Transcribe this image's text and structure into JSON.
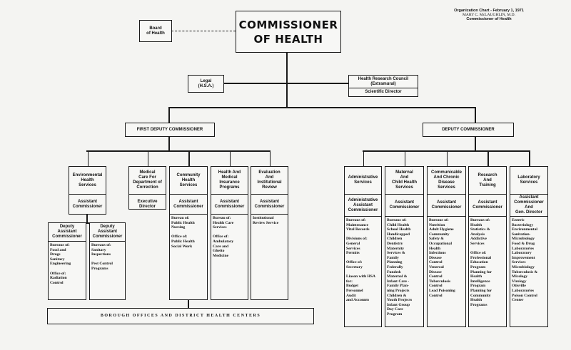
{
  "header_note": {
    "line1": "Organization Chart - February 1, 1971",
    "line2": "MARY C. McLAUGHLIN, M.D.",
    "line3": "Commissioner of Health"
  },
  "commissioner": "COMMISSIONER\nOF HEALTH",
  "board": "Board\nof Health",
  "legal": "Legal\n(H.S.A.)",
  "research_council": {
    "title": "Health Research Council\n(Extramural)",
    "sub": "Scientific Director"
  },
  "first_deputy": "FIRST DEPUTY COMMISSIONER",
  "deputy": "DEPUTY COMMISSIONER",
  "borough": "BOROUGH OFFICES AND DISTRICT HEALTH CENTERS",
  "left_units": [
    {
      "title": "Environmental\nHealth\nServices",
      "head": "Assistant\nCommissioner",
      "body": ""
    },
    {
      "title": "Medical\nCare For\nDepartment of\nCorrection",
      "head": "Executive\nDirector",
      "body": ""
    },
    {
      "title": "Community\nHealth\nServices",
      "head": "Assistant\nCommissioner",
      "body": "Bureau of:\n  Public Health\n  Nursing\n\nOffice of:\n  Public Health\n  Social Work"
    },
    {
      "title": "Health And\nMedical\nInsurance\nPrograms",
      "head": "Assistant\nCommissioner",
      "body": "Bureau of:\n  Health Care\n  Services\n\nOffice of:\n  Ambulatory\n  Care and\n  Ghetto\n  Medicine"
    },
    {
      "title": "Evaluation\nAnd\nInstitutional\nReview",
      "head": "Assistant\nCommissioner",
      "body": "Institutional\n  Review Service"
    }
  ],
  "deputy_assistants": [
    {
      "head": "Deputy\nAssistant\nCommissioner",
      "body": "Bureaus of:\n  Food and\n  Drugs\n  Sanitary\n  Engineering\n\nOffice of:\n  Radiation\n  Control"
    },
    {
      "head": "Deputy\nAssistant\nCommissioner",
      "body": "Bureaus of:\n  Sanitary\n  Inspections\n\nPest Control\n  Programs"
    }
  ],
  "right_units": [
    {
      "title": "Administrative\nServices",
      "head": "Administrative\nAssistant\nCommissioner",
      "body": "Bureaus of:\n  Maintenance\n  Vital Records\n\nDivisions of:\n  General\n  Services\n  Permits\n\nOffice of:\n  Secretary\n\nLiason with HSA\n  for:\n  Budget\n  Personnel\n  Audit\n  and Accounts"
    },
    {
      "title": "Maternal\nAnd\nChild Health\nServices",
      "head": "Assistant\nCommissioner",
      "body": "Bureaus of:\n  Child Health\n  School Health\n  Handicapped\n  Children\n  Dentistry\n  Maternity\n  Services &\n  Family\n  Planning\nFederally\n  Funded:\n  Maternal &\n  Infant Care -\n  Family Plan-\n  ning Projects\n  Children &\n  Youth Projects\n  Infant Group\n  Day Care\n  Program"
    },
    {
      "title": "Communicable\nAnd Chronic\nDisease\nServices",
      "head": "Assistant\nCommissioner",
      "body": "Bureaus of:\n  Nutrition\n  Adult Hygiene\n  Community\n  Safety &\n  Occupational\n  Health\n  Infectious\n  Disease\n  Control\n  Venereal\n  Disease\n  Control\n  Tuberculosis\n  Control\n  Lead Poisoning\n  Control"
    },
    {
      "title": "Research\nAnd\nTraining",
      "head": "Assistant\nCommissioner",
      "body": "Bureaus of:\n  Health\n  Statistics &\n  Analysis\n  Addictive\n  Services\n\nOffice of:\n  Professional\n  Education\n  Program\n  Planning for\n  Health\n  Intelligence\n  Program\n  Planning for\n  Community\n  Health\n  Programs"
    },
    {
      "title": "Laboratory\nServices",
      "head": "Assistant\nCommissioner\nAnd\nGen. Director",
      "body": "Enteric\n  Bacteriology\nEnvironmental\n  Sanitation-\n  Microbiology\nFood & Drug\n  Laboratories\nLaboratory\n  Improvement\n  Services\nMicrobiology\nTuberculosis &\n  Micology\nVirology\nOtisville\n  Laboratories\nPoison Control\n  Center"
    }
  ]
}
